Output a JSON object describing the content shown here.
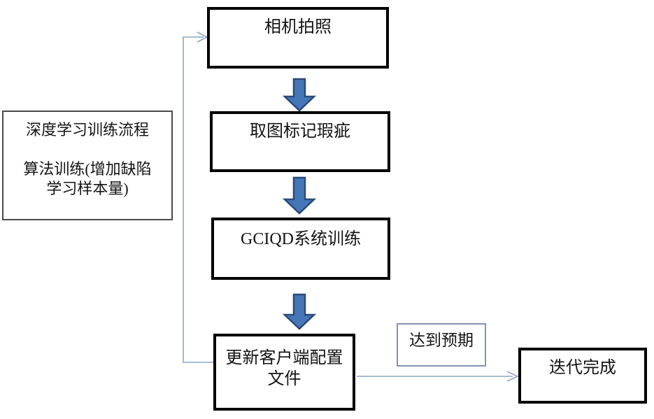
{
  "colors": {
    "background": "#ffffff",
    "text": "#141414",
    "box-border": "#000000",
    "note-border": "#4a4a4a",
    "expected-border": "#7f94b0",
    "arrow-fill": "#4577b8",
    "arrow-stroke": "#2a4a7a",
    "connector": "#8ba5c7"
  },
  "flowchart": {
    "steps": {
      "camera": "相机拍照",
      "mark_defects": "取图标记瑕疵",
      "system_training": "GCIQD系统训练",
      "update_config": "更新客户端配置\n文件"
    },
    "side_note": "深度学习训练流程\n\n算法训练(增加缺陷\n学习样本量)",
    "condition_label": "达到预期",
    "end_node": "迭代完成"
  }
}
